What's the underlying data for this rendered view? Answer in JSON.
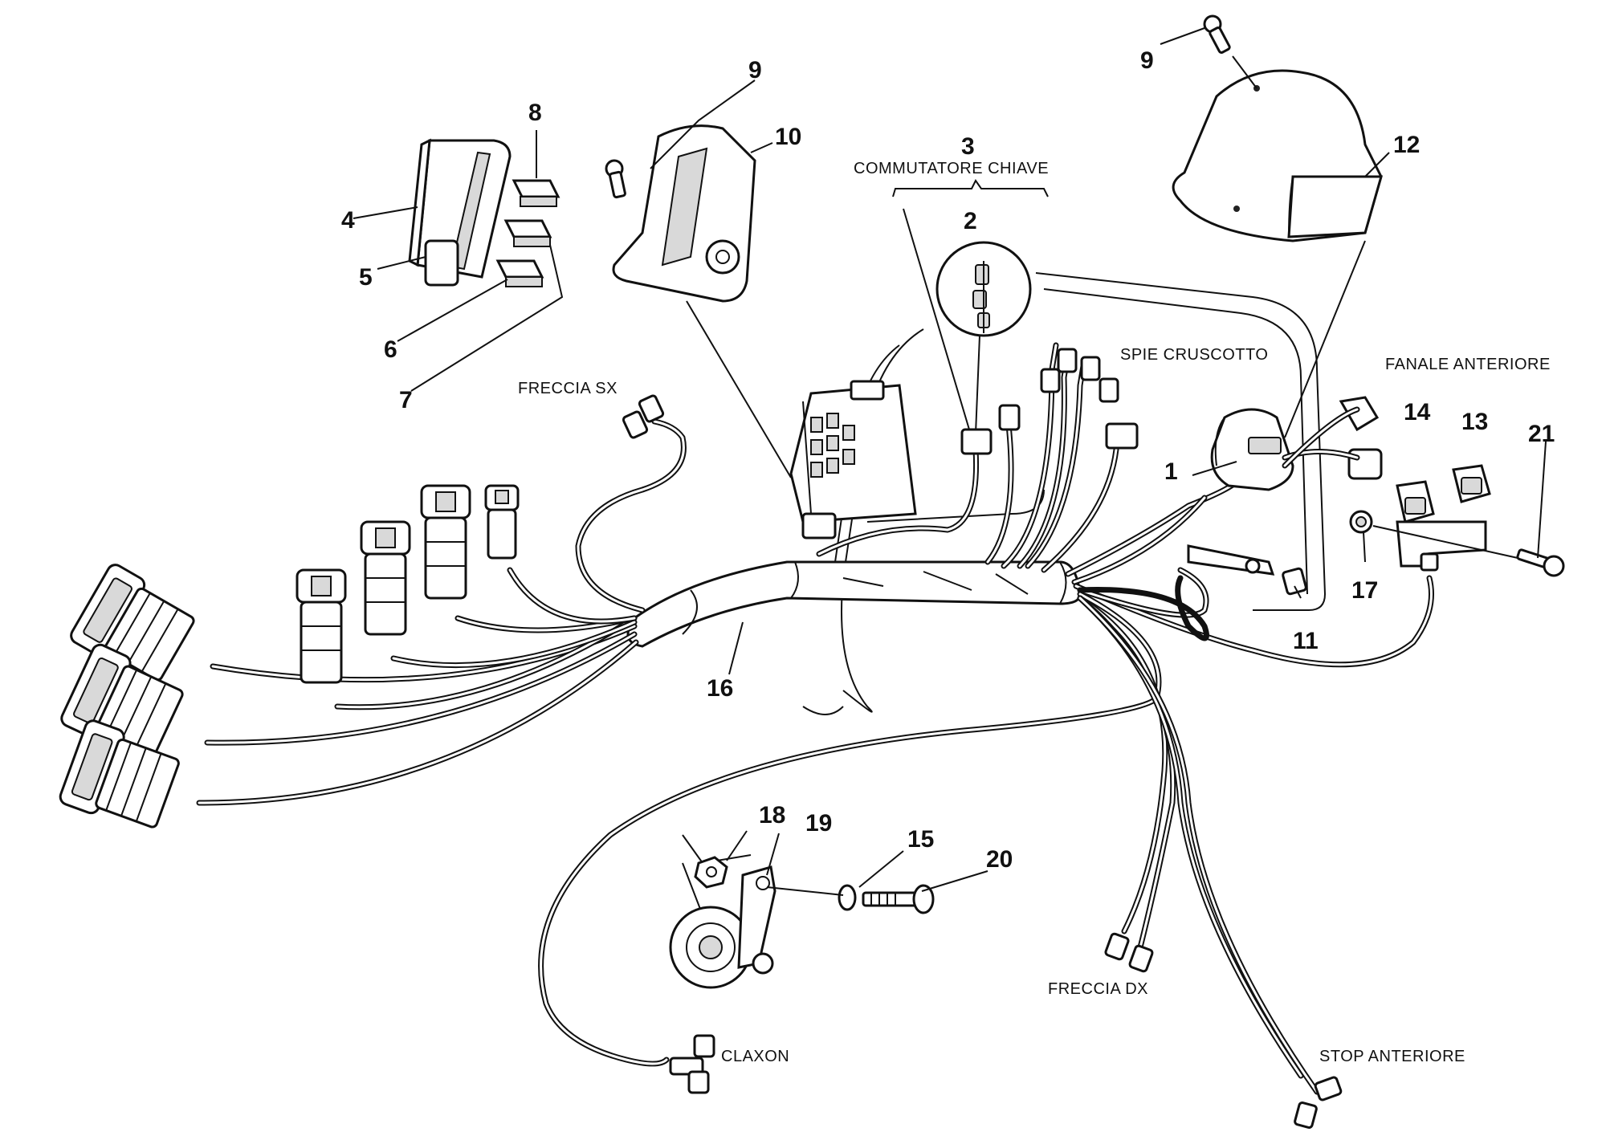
{
  "callouts": [
    {
      "id": "c1",
      "text": "1"
    },
    {
      "id": "c2",
      "text": "2"
    },
    {
      "id": "c3",
      "text": "3"
    },
    {
      "id": "c4",
      "text": "4"
    },
    {
      "id": "c5",
      "text": "5"
    },
    {
      "id": "c6",
      "text": "6"
    },
    {
      "id": "c7",
      "text": "7"
    },
    {
      "id": "c8",
      "text": "8"
    },
    {
      "id": "c9a",
      "text": "9"
    },
    {
      "id": "c9b",
      "text": "9"
    },
    {
      "id": "c10",
      "text": "10"
    },
    {
      "id": "c11",
      "text": "11"
    },
    {
      "id": "c12",
      "text": "12"
    },
    {
      "id": "c13",
      "text": "13"
    },
    {
      "id": "c14",
      "text": "14"
    },
    {
      "id": "c15",
      "text": "15"
    },
    {
      "id": "c16",
      "text": "16"
    },
    {
      "id": "c17",
      "text": "17"
    },
    {
      "id": "c18",
      "text": "18"
    },
    {
      "id": "c19",
      "text": "19"
    },
    {
      "id": "c20",
      "text": "20"
    },
    {
      "id": "c21",
      "text": "21"
    }
  ],
  "labels": {
    "commutatore_chiave": "COMMUTATORE CHIAVE",
    "freccia_sx": "FRECCIA SX",
    "spie_cruscotto": "SPIE CRUSCOTTO",
    "fanale_anteriore": "FANALE ANTERIORE",
    "freccia_dx": "FRECCIA DX",
    "claxon": "CLAXON",
    "stop_anteriore": "STOP ANTERIORE"
  },
  "colors": {
    "ink": "#111111",
    "paper": "#ffffff",
    "shade": "#d9d9d9"
  }
}
